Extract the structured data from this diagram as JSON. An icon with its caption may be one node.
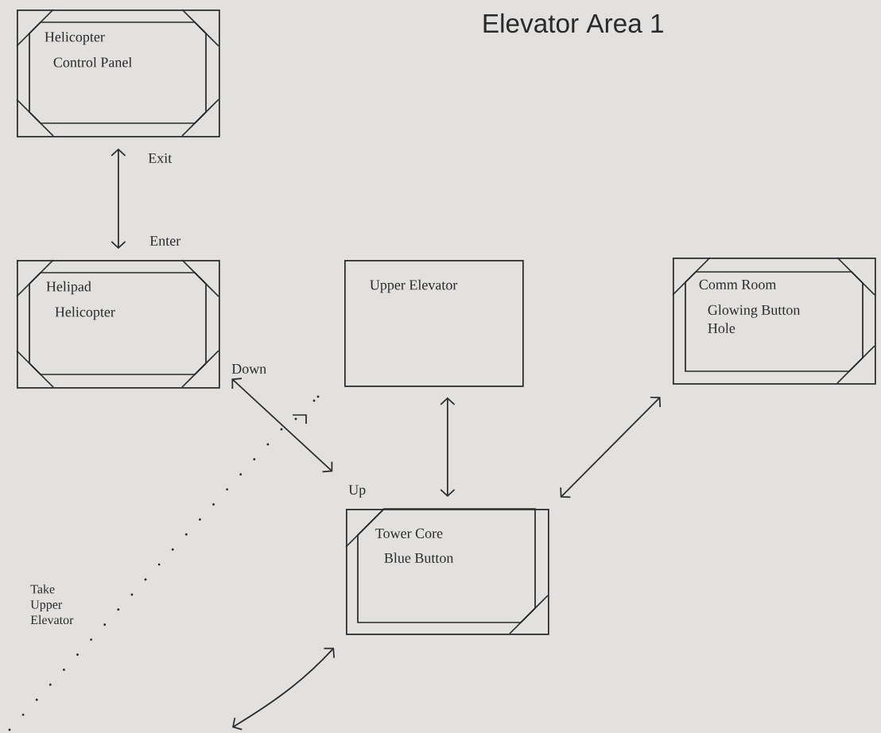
{
  "diagram": {
    "title": "Elevator Area 1",
    "nodes": [
      {
        "text": [
          "Helicopter",
          "Control Panel"
        ]
      },
      {
        "text": [
          "Helipad",
          "Helicopter"
        ]
      },
      {
        "text": [
          "Upper Elevator"
        ]
      },
      {
        "text": [
          "Comm Room",
          "Glowing Button",
          "Hole"
        ]
      },
      {
        "text": [
          "Tower Core",
          "Blue Button"
        ]
      }
    ],
    "edges": [
      {
        "from": 0,
        "to": 1,
        "arrow": "both",
        "label": "Exit"
      },
      {
        "from": 1,
        "to": 4,
        "arrow": "both",
        "label": "Down"
      },
      {
        "from": 2,
        "to": 4,
        "arrow": "both"
      },
      {
        "from": 3,
        "to": 4,
        "arrow": "both"
      },
      {
        "from": null,
        "to": 4,
        "arrow": "both"
      }
    ],
    "labels": [
      "Enter",
      "Up",
      "Take Upper Elevator"
    ]
  }
}
